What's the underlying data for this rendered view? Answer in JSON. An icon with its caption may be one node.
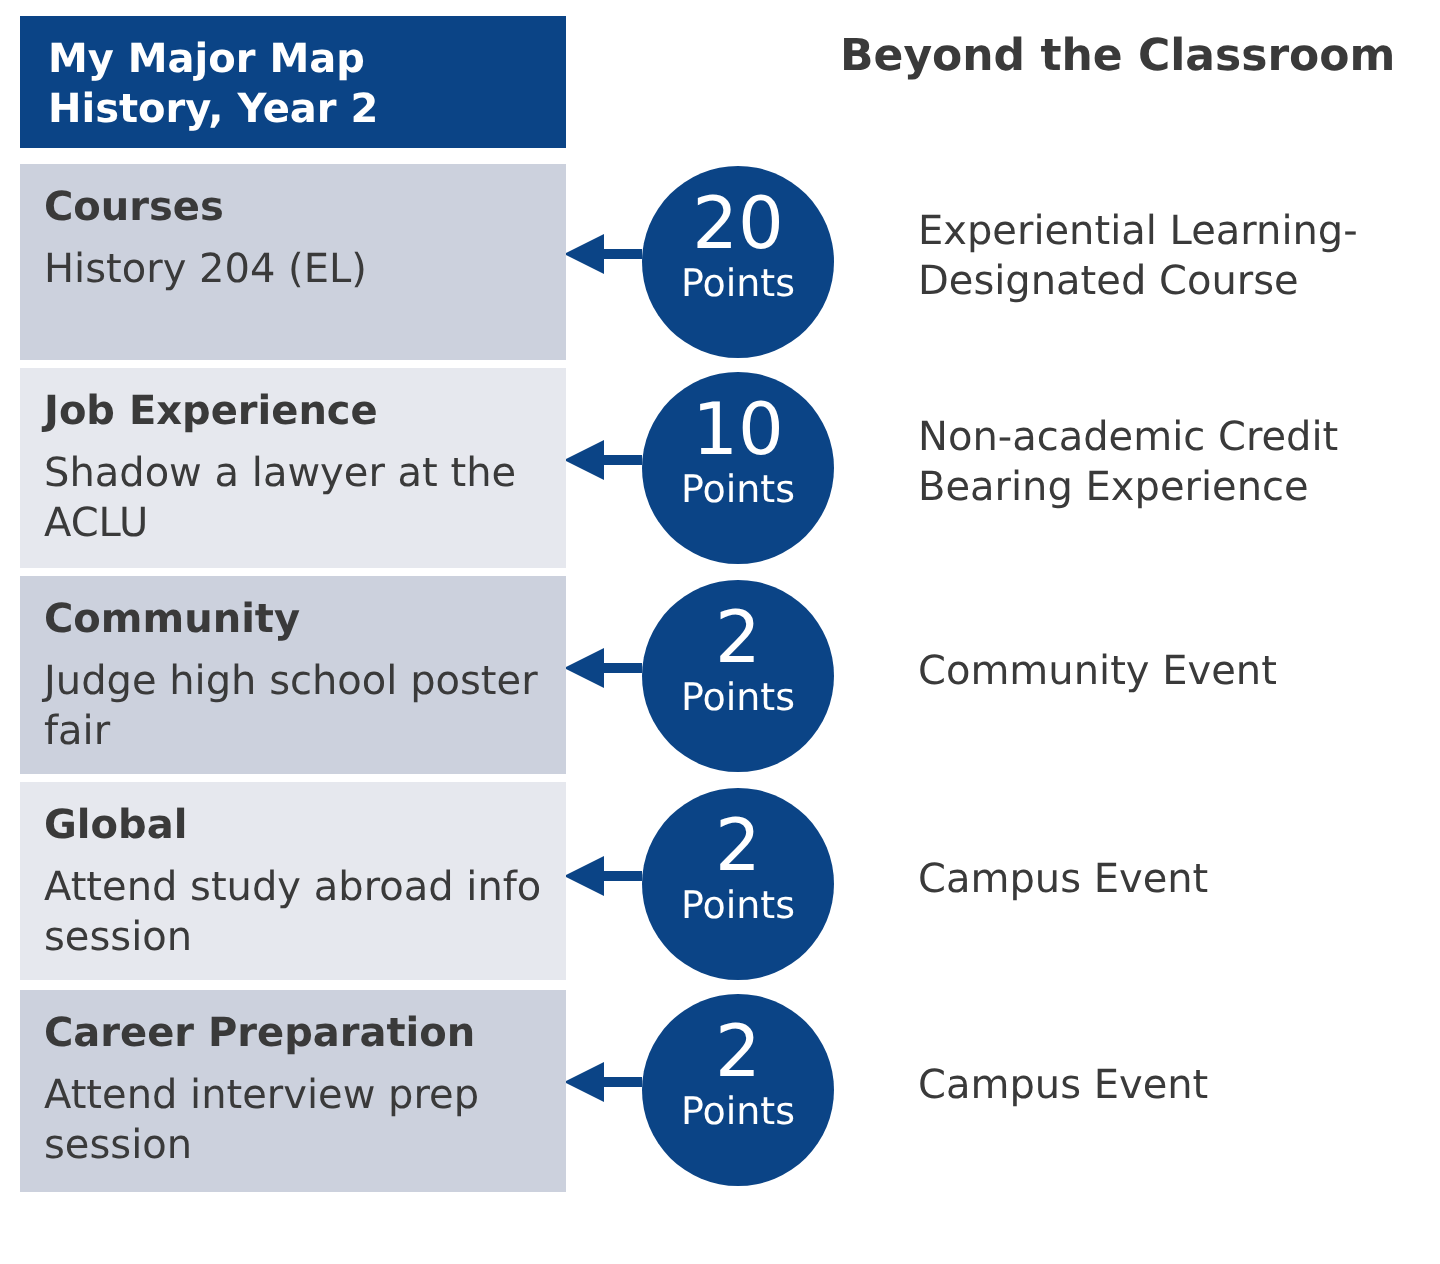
{
  "diagram": {
    "title": "Beyond the Classroom",
    "nodes": [
      {
        "text": [
          "My Major Map History, Year 2"
        ]
      },
      {
        "text": [
          "Courses",
          "History 204 (EL)"
        ]
      },
      {
        "text": [
          "Job Experience",
          "Shadow a lawyer at the ACLU"
        ]
      },
      {
        "text": [
          "Community",
          "Judge high school poster fair"
        ]
      },
      {
        "text": [
          "Global",
          "Attend study abroad info session"
        ]
      },
      {
        "text": [
          "Career Preparation",
          "Attend interview prep session"
        ]
      },
      {
        "text": [
          "20",
          "Points"
        ],
        "beside": [
          "Experiential Learning-Designated Course"
        ]
      },
      {
        "text": [
          "10",
          "Points"
        ],
        "beside": [
          "Non-academic Credit Bearing Experience"
        ]
      },
      {
        "text": [
          "2",
          "Points"
        ],
        "beside": [
          "Community Event"
        ]
      },
      {
        "text": [
          "2",
          "Points"
        ],
        "beside": [
          "Campus Event"
        ]
      },
      {
        "text": [
          "2",
          "Points"
        ],
        "beside": [
          "Campus Event"
        ]
      }
    ],
    "edges": [
      {
        "from": 6,
        "to": 1,
        "arrow": "to"
      },
      {
        "from": 7,
        "to": 2,
        "arrow": "to"
      },
      {
        "from": 8,
        "to": 3,
        "arrow": "to"
      },
      {
        "from": 9,
        "to": 4,
        "arrow": "to"
      },
      {
        "from": 10,
        "to": 5,
        "arrow": "to"
      }
    ]
  }
}
